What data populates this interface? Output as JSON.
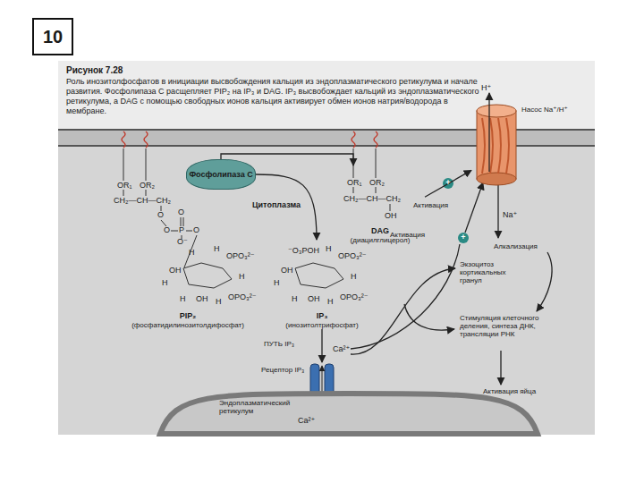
{
  "diagram": {
    "title": "Рисунок 7.28",
    "caption": "Роль инозитолфосфатов в инициации высвобождения кальция из эндоплазматического ретикулума и начале развития. Фосфолипаза C расщепляет PIP₂ на IP₃ и DAG. IP₃ высвобождает кальций из эндоплазматического ретикулума, а DAG с помощью свободных ионов кальция активирует обмен ионов натрия/водорода в мембране.",
    "nodes": [
      {
        "text": [
          "10"
        ]
      },
      {
        "text": [
          "Фосфолипаза C"
        ]
      },
      {
        "text": [
          "PIP₂",
          "(фосфатидилинозитолдифосфат)"
        ]
      },
      {
        "text": [
          "IP₃",
          "(инозитолтрифосфат)"
        ]
      },
      {
        "text": [
          "DAG",
          "(диацилглицерол)"
        ]
      },
      {
        "text": [
          "Насос Na⁺/H⁺"
        ]
      },
      {
        "text": [
          "Рецептор IP₃"
        ]
      },
      {
        "text": [
          "Эндоплазматический ретикулум"
        ]
      }
    ],
    "edges": [
      {
        "from": 1,
        "to": 4,
        "arrow": "to"
      },
      {
        "from": 1,
        "to": 3,
        "arrow": "to"
      },
      {
        "from": 3,
        "to": 6,
        "label": "ПУТЬ IP₃",
        "arrow": "to"
      },
      {
        "from": 4,
        "to": 5,
        "arrow": "to"
      }
    ],
    "labels": [
      "Цитоплазма",
      "OR₁",
      "OR₂",
      "CH₂—CH—CH₂",
      "O",
      "O",
      "O",
      "P",
      "O",
      "O⁻",
      "H",
      "H",
      "H",
      "OPO₃²⁻",
      "OH",
      "H",
      "H",
      "OH",
      "OPO₃²⁻",
      "H",
      "⁻O₃POH",
      "H",
      "H",
      "OPO₃²⁻",
      "OH",
      "H",
      "H",
      "OH",
      "OPO₃²⁻",
      "H",
      "OR₁",
      "OR₂",
      "CH₂—CH—CH₂",
      "OH",
      "H⁺",
      "Na⁺",
      "Активация",
      "+",
      "Активация",
      "+",
      "Алкализация",
      "Экзоцитоз кортикальных гранул",
      "Стимуляция клеточного деления, синтеза ДНК, трансляции РНК",
      "Активация яйца",
      "Ca²⁺",
      "Ca²⁺"
    ]
  }
}
